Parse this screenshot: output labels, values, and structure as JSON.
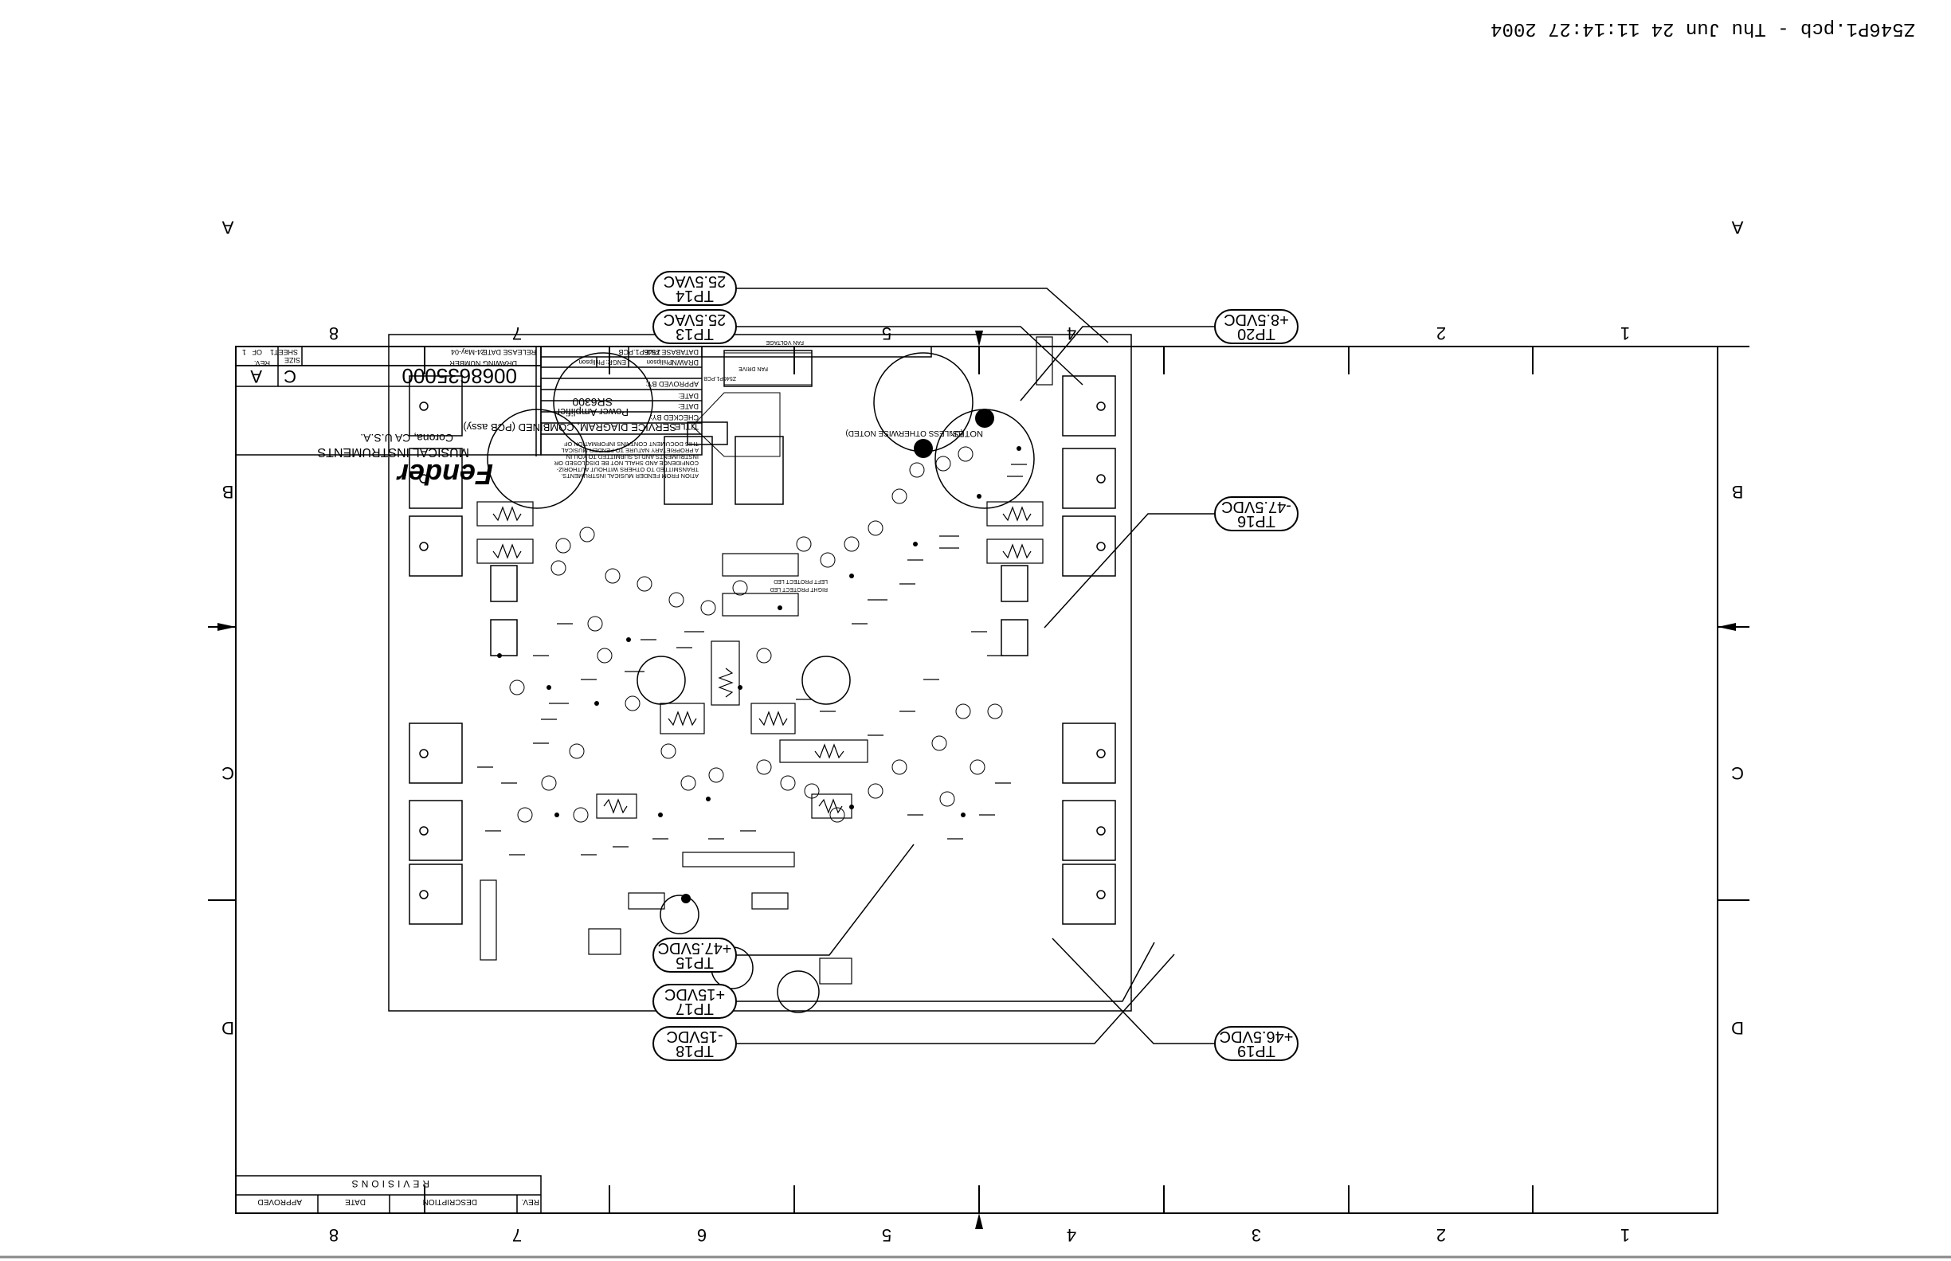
{
  "header": {
    "file_stamp": "Z546P1.pcb - Thu Jun 24 11:14:27 2004"
  },
  "border": {
    "columns": [
      "1",
      "2",
      "3",
      "4",
      "5",
      "6",
      "7",
      "8"
    ],
    "rows": [
      "A",
      "B",
      "C",
      "D"
    ]
  },
  "title_block": {
    "notes_label": "NOTES:",
    "notes_value": "(UNLESS OTHERWISE NOTED)",
    "database_file_label": "DATABASE FILE:",
    "database_file": "Z546P1.PCB",
    "release_date_label": "RELEASE DATE:",
    "release_date": "24-May-04",
    "sheet_label": "SHEET",
    "sheet_num": "1",
    "of_label": "OF",
    "sheet_total": "1",
    "drawn_label": "DRAWN:",
    "drawn": "Philipson",
    "engr_label": "ENGR:",
    "engr": "Philipson",
    "approved_by_label": "APPROVED BY:",
    "date_label": "DATE:",
    "checked_by_label": "CHECKED BY:",
    "title_label": "TITLE:",
    "title": "SERVICE DIAGRAM, COMBINED (PCB assy)",
    "model": "SR6300",
    "subtitle": "Power Amplifier",
    "drawing_number_label": "DRAWING NUMBER",
    "drawing_number": "0068635000",
    "size_label": "SIZE",
    "size": "C",
    "rev_label": "REV.",
    "rev": "A",
    "proprietary_text": [
      "THIS DOCUMENT CONTAINS INFORMATION OF",
      "A PROPRIETARY NATURE TO FENDER MUSICAL",
      "INSTRUMENTS AND IS SUBMITTED TO YOU IN",
      "CONFIDENCE AND SHALL NOT BE DISCLOSED OR",
      "TRANSMITTED TO OTHERS WITHOUT AUTHORIZ-",
      "ATION FROM FENDER MUSICAL INSTRUMENTS."
    ],
    "company_logo_text": "Fender",
    "company": "MUSICAL INSTRUMENTS",
    "location": "Corona, CA U.S.A."
  },
  "revisions": {
    "title": "REVISIONS",
    "headers": [
      "REV.",
      "DESCRIPTION",
      "DATE",
      "APPROVED"
    ]
  },
  "test_points": [
    {
      "id": "TP14",
      "value": "25.5VAC"
    },
    {
      "id": "TP13",
      "value": "25.5VAC"
    },
    {
      "id": "TP20",
      "value": "+8.5VDC"
    },
    {
      "id": "TP16",
      "value": "-47.5VDC"
    },
    {
      "id": "TP15",
      "value": "+47.5VDC"
    },
    {
      "id": "TP17",
      "value": "+15VDC"
    },
    {
      "id": "TP18",
      "value": "-15VDC"
    },
    {
      "id": "TP19",
      "value": "+46.5VDC"
    }
  ],
  "pcb_labels": {
    "fan_voltage": "FAN VOLTAGE",
    "fan_drive": "FAN DRIVE",
    "left_protect": "LEFT PROTECT LED",
    "right_protect": "RIGHT PROTECT LED",
    "board_number": "Z546P1.PCB"
  }
}
